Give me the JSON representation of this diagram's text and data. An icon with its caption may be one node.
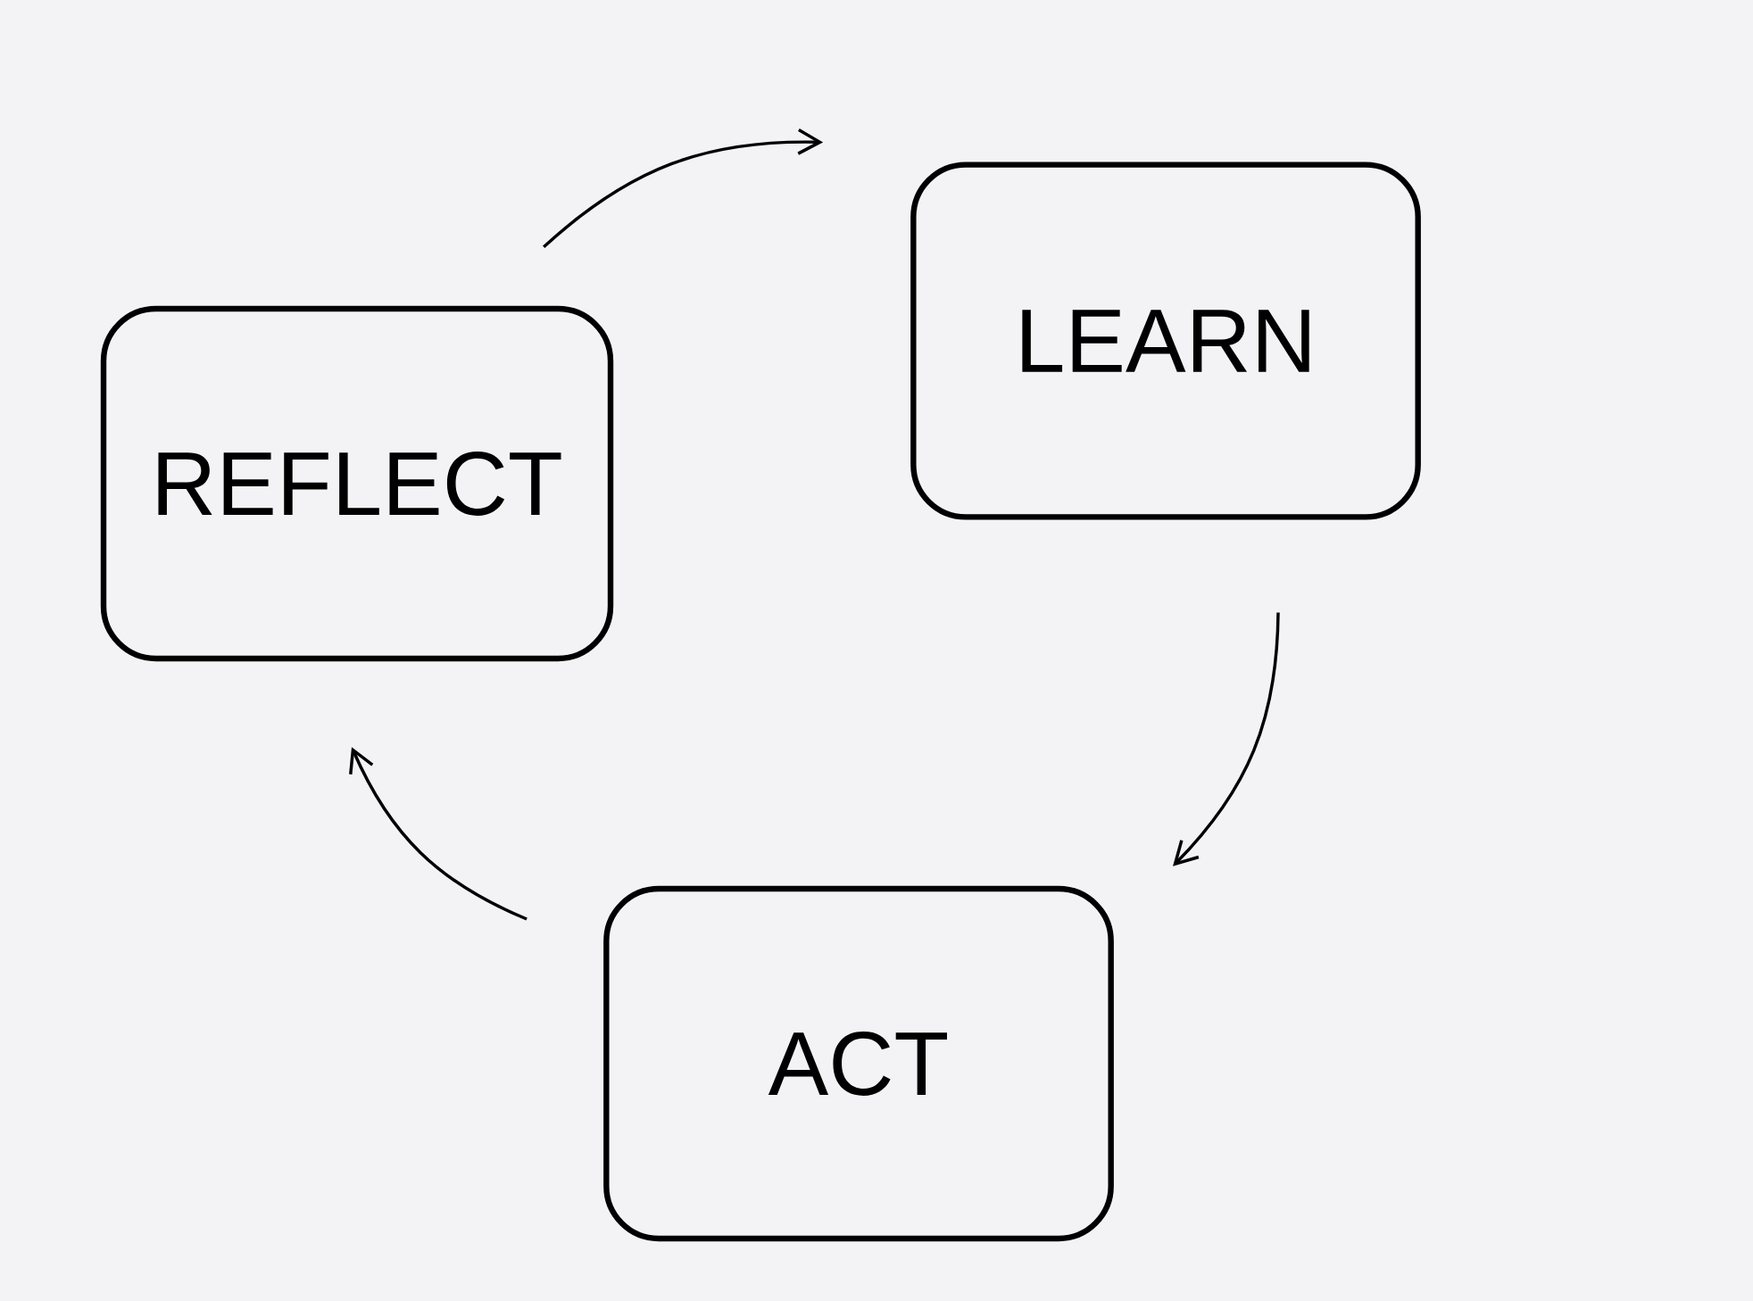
{
  "diagram": {
    "nodes": [
      {
        "text": [
          "REFLECT"
        ]
      },
      {
        "text": [
          "LEARN"
        ]
      },
      {
        "text": [
          "ACT"
        ]
      }
    ],
    "edges": [
      {
        "from": 0,
        "to": 1,
        "arrow": "to"
      },
      {
        "from": 1,
        "to": 2,
        "arrow": "to"
      },
      {
        "from": 2,
        "to": 0,
        "arrow": "to"
      }
    ]
  }
}
